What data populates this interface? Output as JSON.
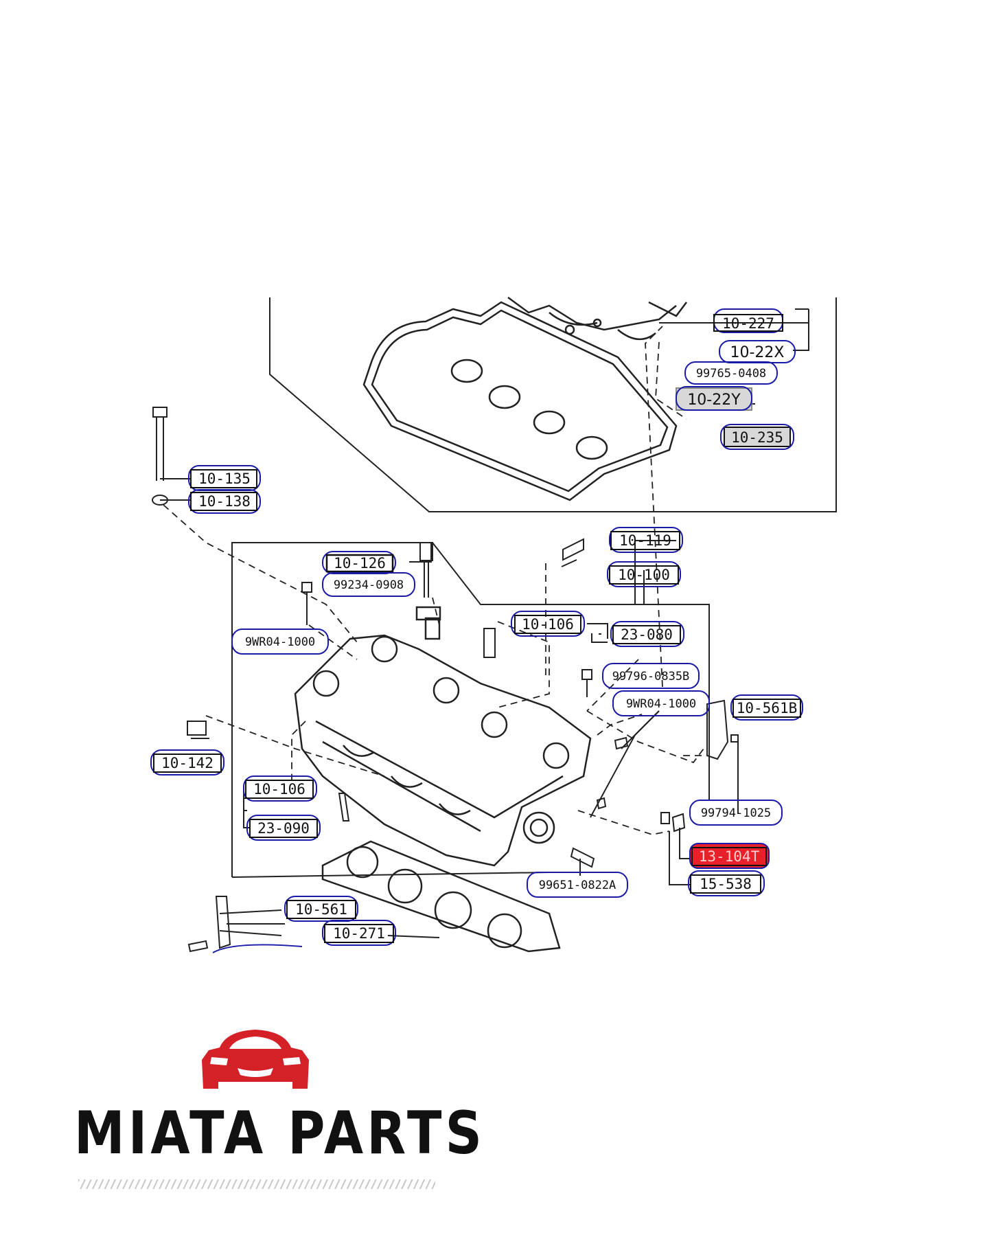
{
  "diagram": {
    "labels": [
      {
        "id": "10-227",
        "text": "10-227"
      },
      {
        "id": "10-22X",
        "text": "10-22X"
      },
      {
        "id": "99765-0408",
        "text": "99765-0408"
      },
      {
        "id": "10-22Y",
        "text": "10-22Y"
      },
      {
        "id": "10-235",
        "text": "10-235"
      },
      {
        "id": "10-135",
        "text": "10-135"
      },
      {
        "id": "10-138",
        "text": "10-138"
      },
      {
        "id": "10-119",
        "text": "10-119"
      },
      {
        "id": "10-126",
        "text": "10-126"
      },
      {
        "id": "99234-0908",
        "text": "99234-0908"
      },
      {
        "id": "10-100",
        "text": "10-100"
      },
      {
        "id": "10-106a",
        "text": "10-106"
      },
      {
        "id": "23-080",
        "text": "23-080"
      },
      {
        "id": "9WR04-1000a",
        "text": "9WR04-1000"
      },
      {
        "id": "99796-0835B",
        "text": "99796-0835B"
      },
      {
        "id": "9WR04-1000b",
        "text": "9WR04-1000"
      },
      {
        "id": "10-561B",
        "text": "10-561B"
      },
      {
        "id": "10-142",
        "text": "10-142"
      },
      {
        "id": "10-106b",
        "text": "10-106"
      },
      {
        "id": "23-090",
        "text": "23-090"
      },
      {
        "id": "99794-1025",
        "text": "99794-1025"
      },
      {
        "id": "13-104T",
        "text": "13-104T"
      },
      {
        "id": "15-538",
        "text": "15-538"
      },
      {
        "id": "99651-0822A",
        "text": "99651-0822A"
      },
      {
        "id": "10-561",
        "text": "10-561"
      },
      {
        "id": "10-271",
        "text": "10-271"
      }
    ],
    "highlight_color": "#e8202a",
    "outline_color": "#1a1aa8"
  },
  "brand": {
    "name": "MIATA PARTS",
    "logo_icon": "car-front-icon",
    "logo_color": "#d42027"
  }
}
